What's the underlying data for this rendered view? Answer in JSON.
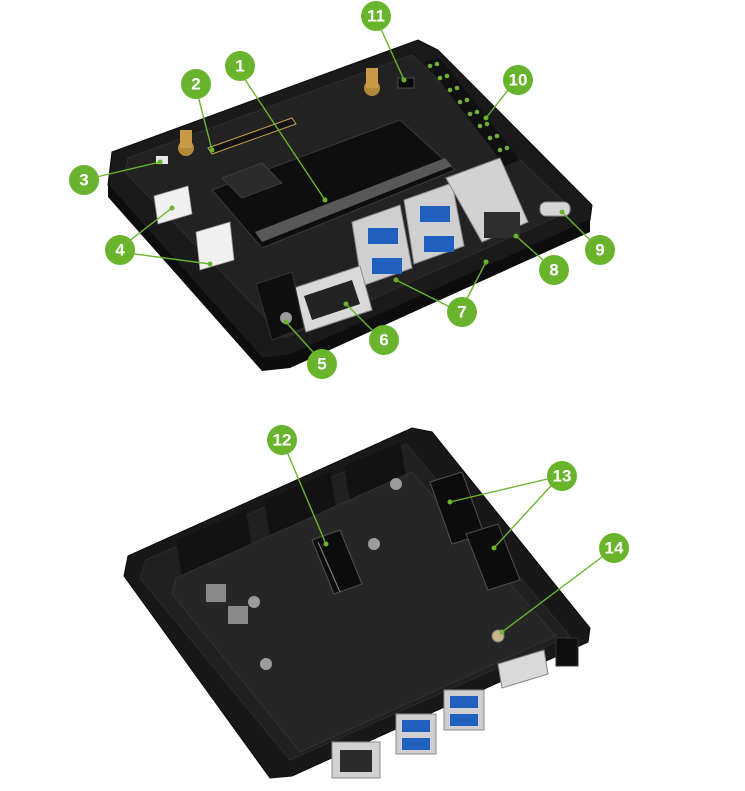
{
  "figure": {
    "views": [
      "top-view",
      "bottom-view"
    ],
    "callout_color": "#6ab42d",
    "board_color": "#141414",
    "case_color": "#1c1c1c",
    "callouts": [
      {
        "label": "1",
        "part": "module-slot"
      },
      {
        "label": "2",
        "part": "pin-header"
      },
      {
        "label": "3",
        "part": "small-connector"
      },
      {
        "label": "4",
        "part": "camera-connectors"
      },
      {
        "label": "5",
        "part": "dc-jack"
      },
      {
        "label": "6",
        "part": "displayport"
      },
      {
        "label": "7",
        "part": "usb3-ports"
      },
      {
        "label": "8",
        "part": "ethernet-port"
      },
      {
        "label": "9",
        "part": "usb-c-port"
      },
      {
        "label": "10",
        "part": "gpio-header"
      },
      {
        "label": "11",
        "part": "fan-connector"
      },
      {
        "label": "12",
        "part": "m2-slot-key-e"
      },
      {
        "label": "13",
        "part": "m2-slots-key-m"
      },
      {
        "label": "14",
        "part": "antenna-connector"
      }
    ]
  }
}
